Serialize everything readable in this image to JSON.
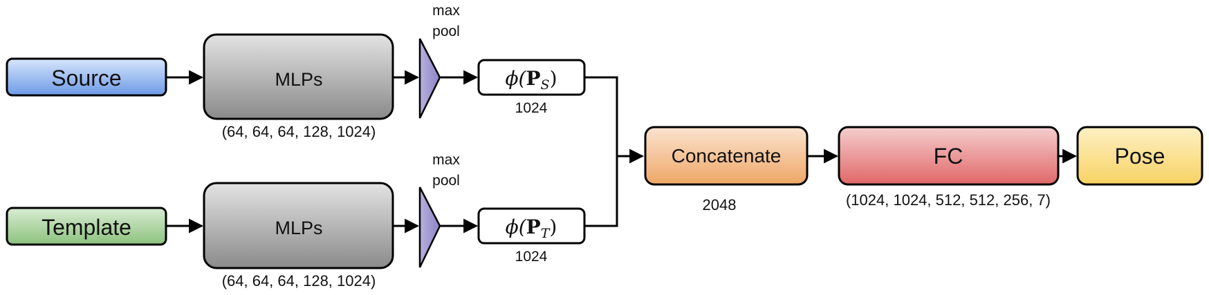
{
  "diagram": {
    "source_label": "Source",
    "template_label": "Template",
    "mlp_top": {
      "label": "MLPs",
      "caption": "(64, 64, 64, 128, 1024)"
    },
    "mlp_bottom": {
      "label": "MLPs",
      "caption": "(64, 64, 64, 128, 1024)"
    },
    "maxpool_top": {
      "line1": "max",
      "line2": "pool"
    },
    "maxpool_bottom": {
      "line1": "max",
      "line2": "pool"
    },
    "feature_top": {
      "phi": "ϕ(",
      "P": "P",
      "sub": "S",
      "close": ")",
      "dim": "1024"
    },
    "feature_bottom": {
      "phi": "ϕ(",
      "P": "P",
      "sub": "T",
      "close": ")",
      "dim": "1024"
    },
    "concat": {
      "label": "Concatenate",
      "dim": "2048"
    },
    "fc": {
      "label": "FC",
      "caption": "(1024, 1024, 512, 512, 256, 7)"
    },
    "pose_label": "Pose"
  },
  "colors": {
    "source": [
      "#d7e6fb",
      "#6d9ae8"
    ],
    "template": [
      "#d9ecd3",
      "#8cc27e"
    ],
    "mlp": [
      "#e3e3e3",
      "#8a8a8a"
    ],
    "maxpool": [
      "#b7b0de",
      "#8c84c6"
    ],
    "concat": [
      "#fbe3d0",
      "#eea766"
    ],
    "fc": [
      "#f5cece",
      "#e06767"
    ],
    "pose": [
      "#fdf0c4",
      "#f8d263"
    ]
  }
}
